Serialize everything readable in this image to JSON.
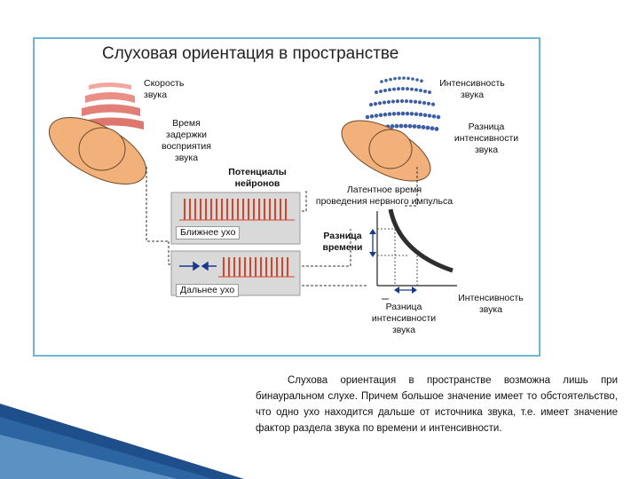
{
  "slide": {
    "title": "Слуховая ориентация в пространстве",
    "labels": {
      "speed_line1": "Скорость",
      "speed_line2": "звука",
      "delay_line1": "Время",
      "delay_line2": "задержки",
      "delay_line3": "восприятия",
      "delay_line4": "звука",
      "potentials_line1": "Потенциалы",
      "potentials_line2": "нейронов",
      "intensity_line1": "Интенсивность",
      "intensity_line2": "звука",
      "diff_int_line1": "Разница",
      "diff_int_line2": "интенсивности",
      "diff_int_line3": "звука",
      "latent_line1": "Латентное время",
      "latent_line2": "проведения нервного импульса",
      "time_diff_line1": "Разница",
      "time_diff_line2": "времени",
      "axis_int_line1": "Интенсивность",
      "axis_int_line2": "звука",
      "bottom_diff_line1": "Разница",
      "bottom_diff_line2": "интенсивности",
      "bottom_diff_line3": "звука",
      "near_ear": "Ближнее ухо",
      "far_ear": "Дальнее ухо"
    },
    "paragraph": "Слухова ориентация в пространстве возможна лишь при бинауральном слухе. Причем большое значение имеет то обстоятельство, что одно ухо находится дальше от источника звука, т.е. имеет значение фактор раздела звука по времени и интенсивности."
  },
  "colors": {
    "frame": "#6fb3d6",
    "head": "#f2b07a",
    "pulse": "#d9432b",
    "wave_dot": "#3d5fa8",
    "accent_blue": "#1b3a8a",
    "curve": "#2e2e2e"
  }
}
